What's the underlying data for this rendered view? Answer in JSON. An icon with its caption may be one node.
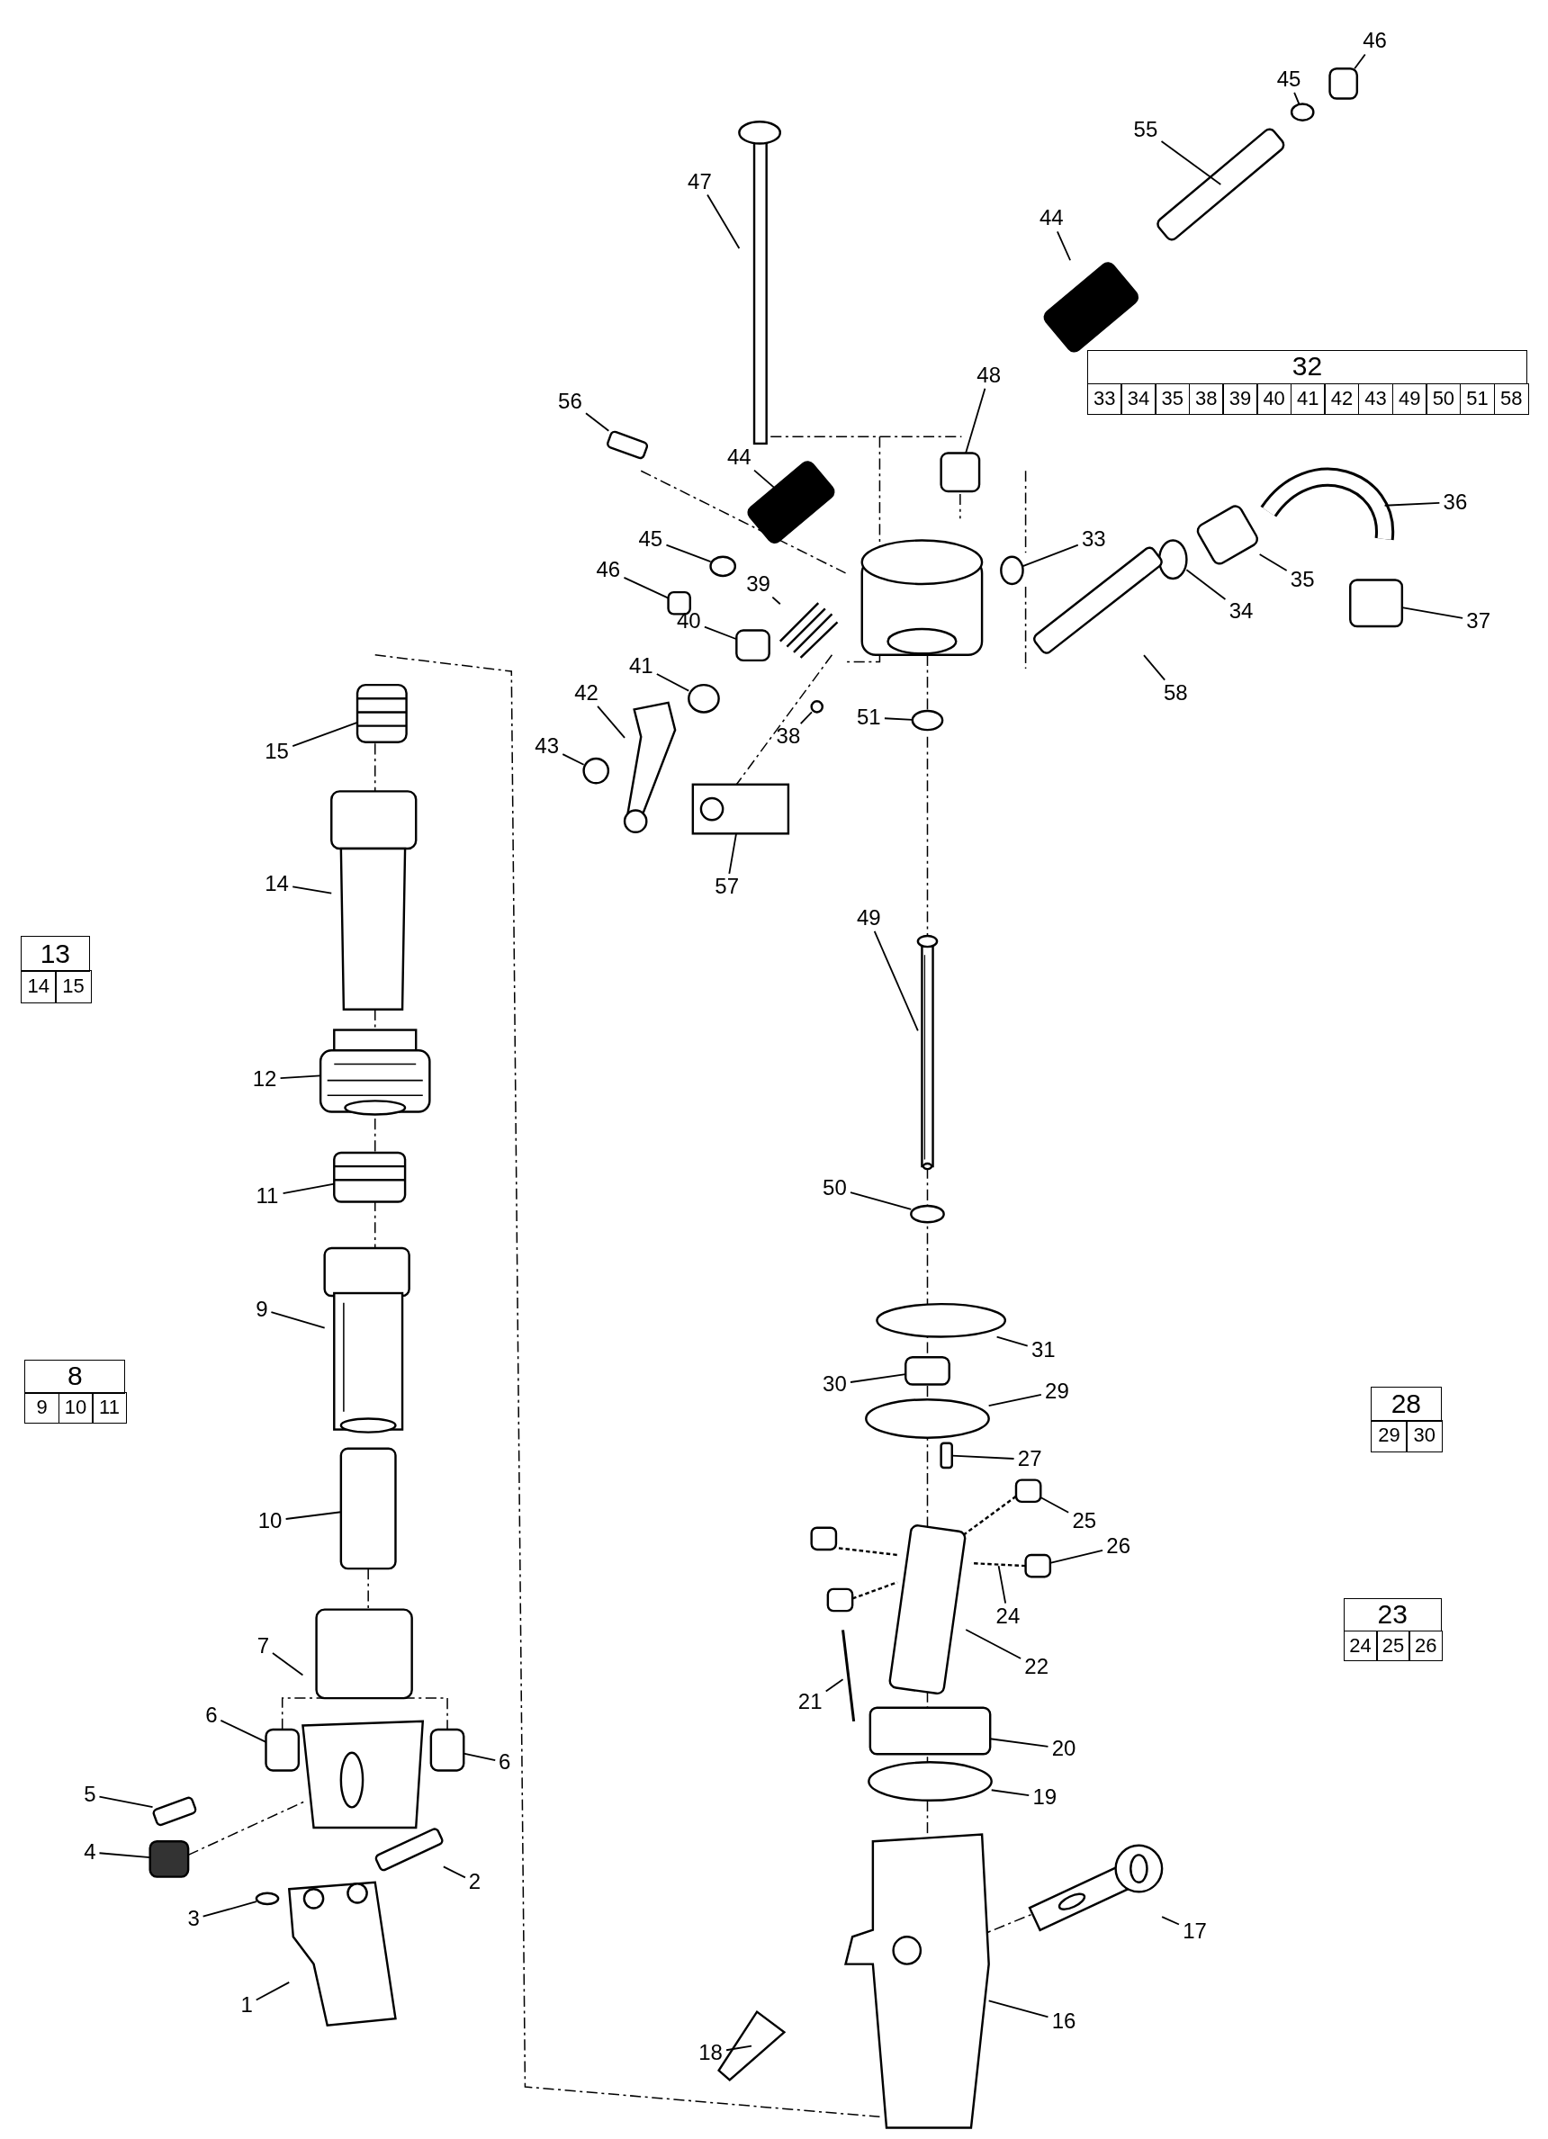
{
  "diagram": {
    "nodes": [
      {
        "text": [
          "46"
        ]
      },
      {
        "text": [
          "45"
        ]
      },
      {
        "text": [
          "55"
        ]
      },
      {
        "text": [
          "47"
        ]
      },
      {
        "text": [
          "44"
        ]
      },
      {
        "text": [
          "48"
        ]
      },
      {
        "text": [
          "56"
        ]
      },
      {
        "text": [
          "44"
        ]
      },
      {
        "text": [
          "36"
        ]
      },
      {
        "text": [
          "45"
        ]
      },
      {
        "text": [
          "33"
        ]
      },
      {
        "text": [
          "35"
        ]
      },
      {
        "text": [
          "46"
        ]
      },
      {
        "text": [
          "39"
        ]
      },
      {
        "text": [
          "34"
        ]
      },
      {
        "text": [
          "37"
        ]
      },
      {
        "text": [
          "40"
        ]
      },
      {
        "text": [
          "58"
        ]
      },
      {
        "text": [
          "41"
        ]
      },
      {
        "text": [
          "42"
        ]
      },
      {
        "text": [
          "51"
        ]
      },
      {
        "text": [
          "38"
        ]
      },
      {
        "text": [
          "15"
        ]
      },
      {
        "text": [
          "43"
        ]
      },
      {
        "text": [
          "57"
        ]
      },
      {
        "text": [
          "14"
        ]
      },
      {
        "text": [
          "49"
        ]
      },
      {
        "text": [
          "12"
        ]
      },
      {
        "text": [
          "50"
        ]
      },
      {
        "text": [
          "11"
        ]
      },
      {
        "text": [
          "9"
        ]
      },
      {
        "text": [
          "31"
        ]
      },
      {
        "text": [
          "30"
        ]
      },
      {
        "text": [
          "29"
        ]
      },
      {
        "text": [
          "27"
        ]
      },
      {
        "text": [
          "10"
        ]
      },
      {
        "text": [
          "25"
        ]
      },
      {
        "text": [
          "26"
        ]
      },
      {
        "text": [
          "24"
        ]
      },
      {
        "text": [
          "7"
        ]
      },
      {
        "text": [
          "22"
        ]
      },
      {
        "text": [
          "21"
        ]
      },
      {
        "text": [
          "6"
        ]
      },
      {
        "text": [
          "20"
        ]
      },
      {
        "text": [
          "6"
        ]
      },
      {
        "text": [
          "5"
        ]
      },
      {
        "text": [
          "19"
        ]
      },
      {
        "text": [
          "4"
        ]
      },
      {
        "text": [
          "2"
        ]
      },
      {
        "text": [
          "3"
        ]
      },
      {
        "text": [
          "17"
        ]
      },
      {
        "text": [
          "1"
        ]
      },
      {
        "text": [
          "16"
        ]
      },
      {
        "text": [
          "18"
        ]
      },
      {
        "text": [],
        "shape": "box"
      },
      {
        "text": [],
        "shape": "circle"
      },
      {
        "text": [],
        "shape": "box"
      },
      {
        "text": [],
        "shape": "picture"
      },
      {
        "text": [],
        "shape": "box"
      },
      {
        "text": [],
        "shape": "box"
      },
      {
        "text": [],
        "shape": "box"
      },
      {
        "text": [],
        "shape": "box"
      },
      {
        "text": [],
        "shape": "picture"
      },
      {
        "text": [],
        "shape": "circle"
      },
      {
        "text": [],
        "shape": "circle"
      },
      {
        "text": [],
        "shape": "box"
      },
      {
        "text": [],
        "shape": "box"
      },
      {
        "text": [],
        "shape": "picture"
      },
      {
        "text": [],
        "shape": "circle"
      },
      {
        "text": [],
        "shape": "box"
      },
      {
        "text": [],
        "shape": "box"
      },
      {
        "text": [],
        "shape": "box"
      },
      {
        "text": [],
        "shape": "circle"
      },
      {
        "text": [],
        "shape": "picture"
      },
      {
        "text": [],
        "shape": "circle"
      },
      {
        "text": [],
        "shape": "circle"
      },
      {
        "text": [],
        "shape": "picture"
      },
      {
        "text": [],
        "shape": "circle"
      },
      {
        "text": [],
        "shape": "picture"
      },
      {
        "text": [],
        "shape": "picture"
      },
      {
        "text": [],
        "shape": "picture"
      },
      {
        "text": [],
        "shape": "picture"
      },
      {
        "text": [],
        "shape": "circle"
      },
      {
        "text": [],
        "shape": "picture"
      },
      {
        "text": [],
        "shape": "picture"
      },
      {
        "text": [],
        "shape": "circle"
      },
      {
        "text": [],
        "shape": "box"
      },
      {
        "text": [],
        "shape": "circle"
      },
      {
        "text": [],
        "shape": "box"
      },
      {
        "text": [],
        "shape": "box"
      },
      {
        "text": [],
        "shape": "box"
      },
      {
        "text": [],
        "shape": "box"
      },
      {
        "text": [],
        "shape": "picture"
      },
      {
        "text": [],
        "shape": "picture"
      },
      {
        "text": [],
        "shape": "box"
      },
      {
        "text": [],
        "shape": "picture"
      },
      {
        "text": [],
        "shape": "box"
      },
      {
        "text": [],
        "shape": "box"
      },
      {
        "text": [],
        "shape": "box"
      },
      {
        "text": [],
        "shape": "box"
      },
      {
        "text": [],
        "shape": "circle"
      },
      {
        "text": [],
        "shape": "box"
      },
      {
        "text": [],
        "shape": "box"
      },
      {
        "text": [],
        "shape": "circle"
      },
      {
        "text": [],
        "shape": "picture"
      },
      {
        "text": [],
        "shape": "picture"
      },
      {
        "text": [],
        "shape": "picture"
      },
      {
        "text": [],
        "shape": "picture"
      }
    ],
    "edges": [
      {
        "from": 0,
        "to": 54,
        "arrow": "none"
      },
      {
        "from": 1,
        "to": 55,
        "arrow": "none"
      },
      {
        "from": 2,
        "to": 56,
        "arrow": "none"
      },
      {
        "from": 3,
        "to": 57,
        "arrow": "none"
      },
      {
        "from": 4,
        "to": 58,
        "arrow": "none"
      },
      {
        "from": 5,
        "to": 59,
        "arrow": "none"
      },
      {
        "from": 6,
        "to": 60,
        "arrow": "none"
      },
      {
        "from": 7,
        "to": 61,
        "arrow": "none"
      },
      {
        "from": 8,
        "to": 62,
        "arrow": "none"
      },
      {
        "from": 9,
        "to": 63,
        "arrow": "none"
      },
      {
        "from": 10,
        "to": 64,
        "arrow": "none"
      },
      {
        "from": 11,
        "to": 65,
        "arrow": "none"
      },
      {
        "from": 12,
        "to": 66,
        "arrow": "none"
      },
      {
        "from": 13,
        "to": 67,
        "arrow": "none"
      },
      {
        "from": 14,
        "to": 68,
        "arrow": "none"
      },
      {
        "from": 15,
        "to": 69,
        "arrow": "none"
      },
      {
        "from": 16,
        "to": 70,
        "arrow": "none"
      },
      {
        "from": 17,
        "to": 71,
        "arrow": "none"
      },
      {
        "from": 18,
        "to": 72,
        "arrow": "none"
      },
      {
        "from": 19,
        "to": 73,
        "arrow": "none"
      },
      {
        "from": 20,
        "to": 74,
        "arrow": "none"
      },
      {
        "from": 21,
        "to": 75,
        "arrow": "none"
      },
      {
        "from": 22,
        "to": 76,
        "arrow": "none"
      },
      {
        "from": 23,
        "to": 77,
        "arrow": "none"
      },
      {
        "from": 24,
        "to": 78,
        "arrow": "none"
      },
      {
        "from": 25,
        "to": 79,
        "arrow": "none"
      },
      {
        "from": 26,
        "to": 80,
        "arrow": "none"
      },
      {
        "from": 27,
        "to": 81,
        "arrow": "none"
      },
      {
        "from": 28,
        "to": 82,
        "arrow": "none"
      },
      {
        "from": 29,
        "to": 83,
        "arrow": "none"
      },
      {
        "from": 30,
        "to": 84,
        "arrow": "none"
      },
      {
        "from": 31,
        "to": 85,
        "arrow": "none"
      },
      {
        "from": 32,
        "to": 86,
        "arrow": "none"
      },
      {
        "from": 33,
        "to": 87,
        "arrow": "none"
      },
      {
        "from": 34,
        "to": 88,
        "arrow": "none"
      },
      {
        "from": 35,
        "to": 89,
        "arrow": "none"
      },
      {
        "from": 36,
        "to": 90,
        "arrow": "none"
      },
      {
        "from": 37,
        "to": 91,
        "arrow": "none"
      },
      {
        "from": 38,
        "to": 92,
        "arrow": "none"
      },
      {
        "from": 39,
        "to": 93,
        "arrow": "none"
      },
      {
        "from": 40,
        "to": 94,
        "arrow": "none"
      },
      {
        "from": 41,
        "to": 95,
        "arrow": "none"
      },
      {
        "from": 42,
        "to": 96,
        "arrow": "none"
      },
      {
        "from": 43,
        "to": 97,
        "arrow": "none"
      },
      {
        "from": 44,
        "to": 98,
        "arrow": "none"
      },
      {
        "from": 45,
        "to": 99,
        "arrow": "none"
      },
      {
        "from": 46,
        "to": 100,
        "arrow": "none"
      },
      {
        "from": 47,
        "to": 101,
        "arrow": "none"
      },
      {
        "from": 48,
        "to": 102,
        "arrow": "none"
      },
      {
        "from": 49,
        "to": 103,
        "arrow": "none"
      },
      {
        "from": 50,
        "to": 104,
        "arrow": "none"
      },
      {
        "from": 51,
        "to": 105,
        "arrow": "none"
      },
      {
        "from": 52,
        "to": 106,
        "arrow": "none"
      },
      {
        "from": 53,
        "to": 107,
        "arrow": "none"
      }
    ],
    "labels": [
      "32",
      "33",
      "34",
      "35",
      "38",
      "39",
      "40",
      "41",
      "42",
      "43",
      "49",
      "50",
      "51",
      "58",
      "13",
      "14",
      "15",
      "8",
      "9",
      "10",
      "11",
      "28",
      "29",
      "30",
      "23",
      "24",
      "25",
      "26"
    ]
  }
}
